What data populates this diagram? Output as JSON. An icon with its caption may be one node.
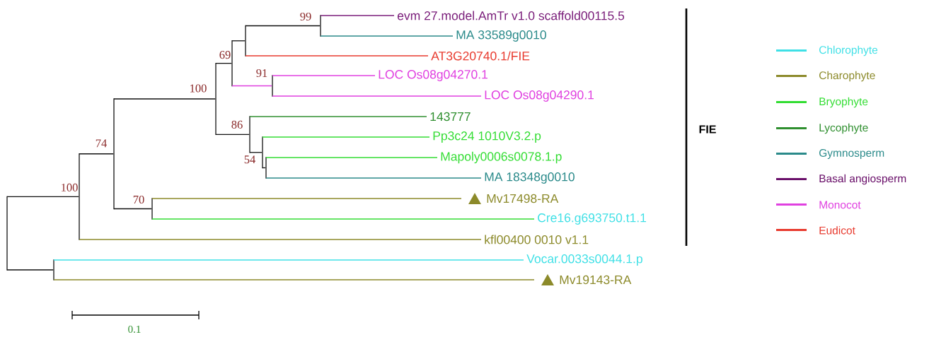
{
  "diagram": {
    "nodes": [
      {
        "text": [],
        "shape": "bar"
      },
      {
        "text": [],
        "shape": "bar",
        "beside": [
          "100"
        ]
      },
      {
        "text": [],
        "shape": "bar",
        "beside": [
          "74"
        ]
      },
      {
        "text": [],
        "shape": "bar",
        "beside": [
          "100"
        ]
      },
      {
        "text": [],
        "shape": "bar",
        "beside": [
          "69"
        ]
      },
      {
        "text": [],
        "shape": "bar"
      },
      {
        "text": [],
        "shape": "bar",
        "beside": [
          "99"
        ]
      },
      {
        "text": [
          "evm 27.model.AmTr v1.0 scaffold00115.5"
        ]
      },
      {
        "text": [
          "MA 33589g0010"
        ]
      },
      {
        "text": [
          "AT3G20740.1/FIE"
        ]
      },
      {
        "text": [],
        "shape": "bar",
        "beside": [
          "91"
        ]
      },
      {
        "text": [
          "LOC Os08g04270.1"
        ]
      },
      {
        "text": [
          "LOC Os08g04290.1"
        ]
      },
      {
        "text": [],
        "shape": "bar",
        "beside": [
          "86"
        ]
      },
      {
        "text": [
          "143777"
        ]
      },
      {
        "text": [],
        "shape": "bar",
        "beside": [
          "54"
        ]
      },
      {
        "text": [
          "Pp3c24 1010V3.2.p"
        ]
      },
      {
        "text": [],
        "shape": "bar"
      },
      {
        "text": [
          "Mapoly0006s0078.1.p"
        ]
      },
      {
        "text": [
          "MA 18348g0010"
        ]
      },
      {
        "text": [],
        "shape": "bar",
        "beside": [
          "70"
        ]
      },
      {
        "text": [
          "Mv17498-RA"
        ]
      },
      {
        "text": [
          "Cre16.g693750.t1.1"
        ]
      },
      {
        "text": [
          "kfl00400 0010 v1.1"
        ]
      },
      {
        "text": [],
        "shape": "bar"
      },
      {
        "text": [
          "Vocar.0033s0044.1.p"
        ]
      },
      {
        "text": [
          "Mv19143-RA"
        ]
      }
    ],
    "edges": [
      {
        "from": 0,
        "to": 1,
        "arrow": "none"
      },
      {
        "from": 0,
        "to": 24,
        "arrow": "none"
      },
      {
        "from": 1,
        "to": 2,
        "arrow": "none"
      },
      {
        "from": 1,
        "to": 23,
        "arrow": "none",
        "color": "#8c8a2a"
      },
      {
        "from": 2,
        "to": 3,
        "arrow": "none"
      },
      {
        "from": 2,
        "to": 20,
        "arrow": "none"
      },
      {
        "from": 3,
        "to": 4,
        "arrow": "none"
      },
      {
        "from": 3,
        "to": 13,
        "arrow": "none"
      },
      {
        "from": 4,
        "to": 5,
        "arrow": "none"
      },
      {
        "from": 4,
        "to": 10,
        "arrow": "none",
        "color": "#e040e0"
      },
      {
        "from": 5,
        "to": 6,
        "arrow": "none"
      },
      {
        "from": 5,
        "to": 9,
        "arrow": "none",
        "color": "#e83a2e"
      },
      {
        "from": 6,
        "to": 7,
        "arrow": "none",
        "color": "#7b1f7b"
      },
      {
        "from": 6,
        "to": 8,
        "arrow": "none",
        "color": "#2a8a8a"
      },
      {
        "from": 10,
        "to": 11,
        "arrow": "none",
        "color": "#e040e0"
      },
      {
        "from": 10,
        "to": 12,
        "arrow": "none",
        "color": "#e040e0"
      },
      {
        "from": 13,
        "to": 14,
        "arrow": "none",
        "color": "#2f8f2f"
      },
      {
        "from": 13,
        "to": 15,
        "arrow": "none"
      },
      {
        "from": 15,
        "to": 16,
        "arrow": "none",
        "color": "#33dd33"
      },
      {
        "from": 15,
        "to": 17,
        "arrow": "none"
      },
      {
        "from": 17,
        "to": 18,
        "arrow": "none",
        "color": "#33dd33"
      },
      {
        "from": 17,
        "to": 19,
        "arrow": "none",
        "color": "#2a8a8a"
      },
      {
        "from": 20,
        "to": 21,
        "arrow": "none",
        "color": "#8c8a2a"
      },
      {
        "from": 20,
        "to": 22,
        "arrow": "none",
        "color": "#33dd33"
      },
      {
        "from": 24,
        "to": 25,
        "arrow": "none",
        "color": "#3fe0e6"
      },
      {
        "from": 24,
        "to": 26,
        "arrow": "none",
        "color": "#8c8a2a"
      }
    ],
    "labels": [
      "FIE",
      "0.1"
    ],
    "legend": [
      {
        "text": "Chlorophyte",
        "color": "#3fe0e6"
      },
      {
        "text": "Charophyte",
        "color": "#8c8a2a"
      },
      {
        "text": "Bryophyte",
        "color": "#33dd33"
      },
      {
        "text": "Lycophyte",
        "color": "#2f8f2f"
      },
      {
        "text": "Gymnosperm",
        "color": "#2a8a8a"
      },
      {
        "text": "Basal angiosperm",
        "color": "#6a106a"
      },
      {
        "text": "Monocot",
        "color": "#e040e0"
      },
      {
        "text": "Eudicot",
        "color": "#e83a2e"
      }
    ]
  }
}
